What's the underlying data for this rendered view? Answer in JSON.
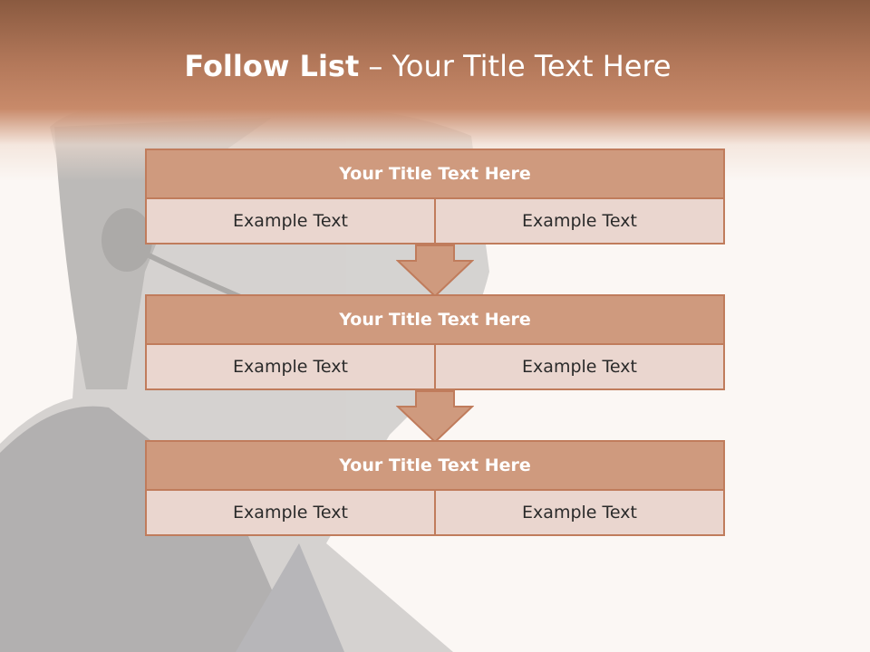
{
  "title": {
    "bold": "Follow List",
    "rest": "  – Your Title Text Here"
  },
  "blocks": [
    {
      "heading": "Your Title Text Here",
      "cells": [
        "Example Text",
        "Example Text"
      ]
    },
    {
      "heading": "Your Title Text Here",
      "cells": [
        "Example Text",
        "Example Text"
      ]
    },
    {
      "heading": "Your Title Text Here",
      "cells": [
        "Example Text",
        "Example Text"
      ]
    }
  ],
  "colors": {
    "header": "#b3785a",
    "block_head": "#cf9a7e",
    "block_cell": "#ead6cf",
    "border": "#c07c5c"
  }
}
